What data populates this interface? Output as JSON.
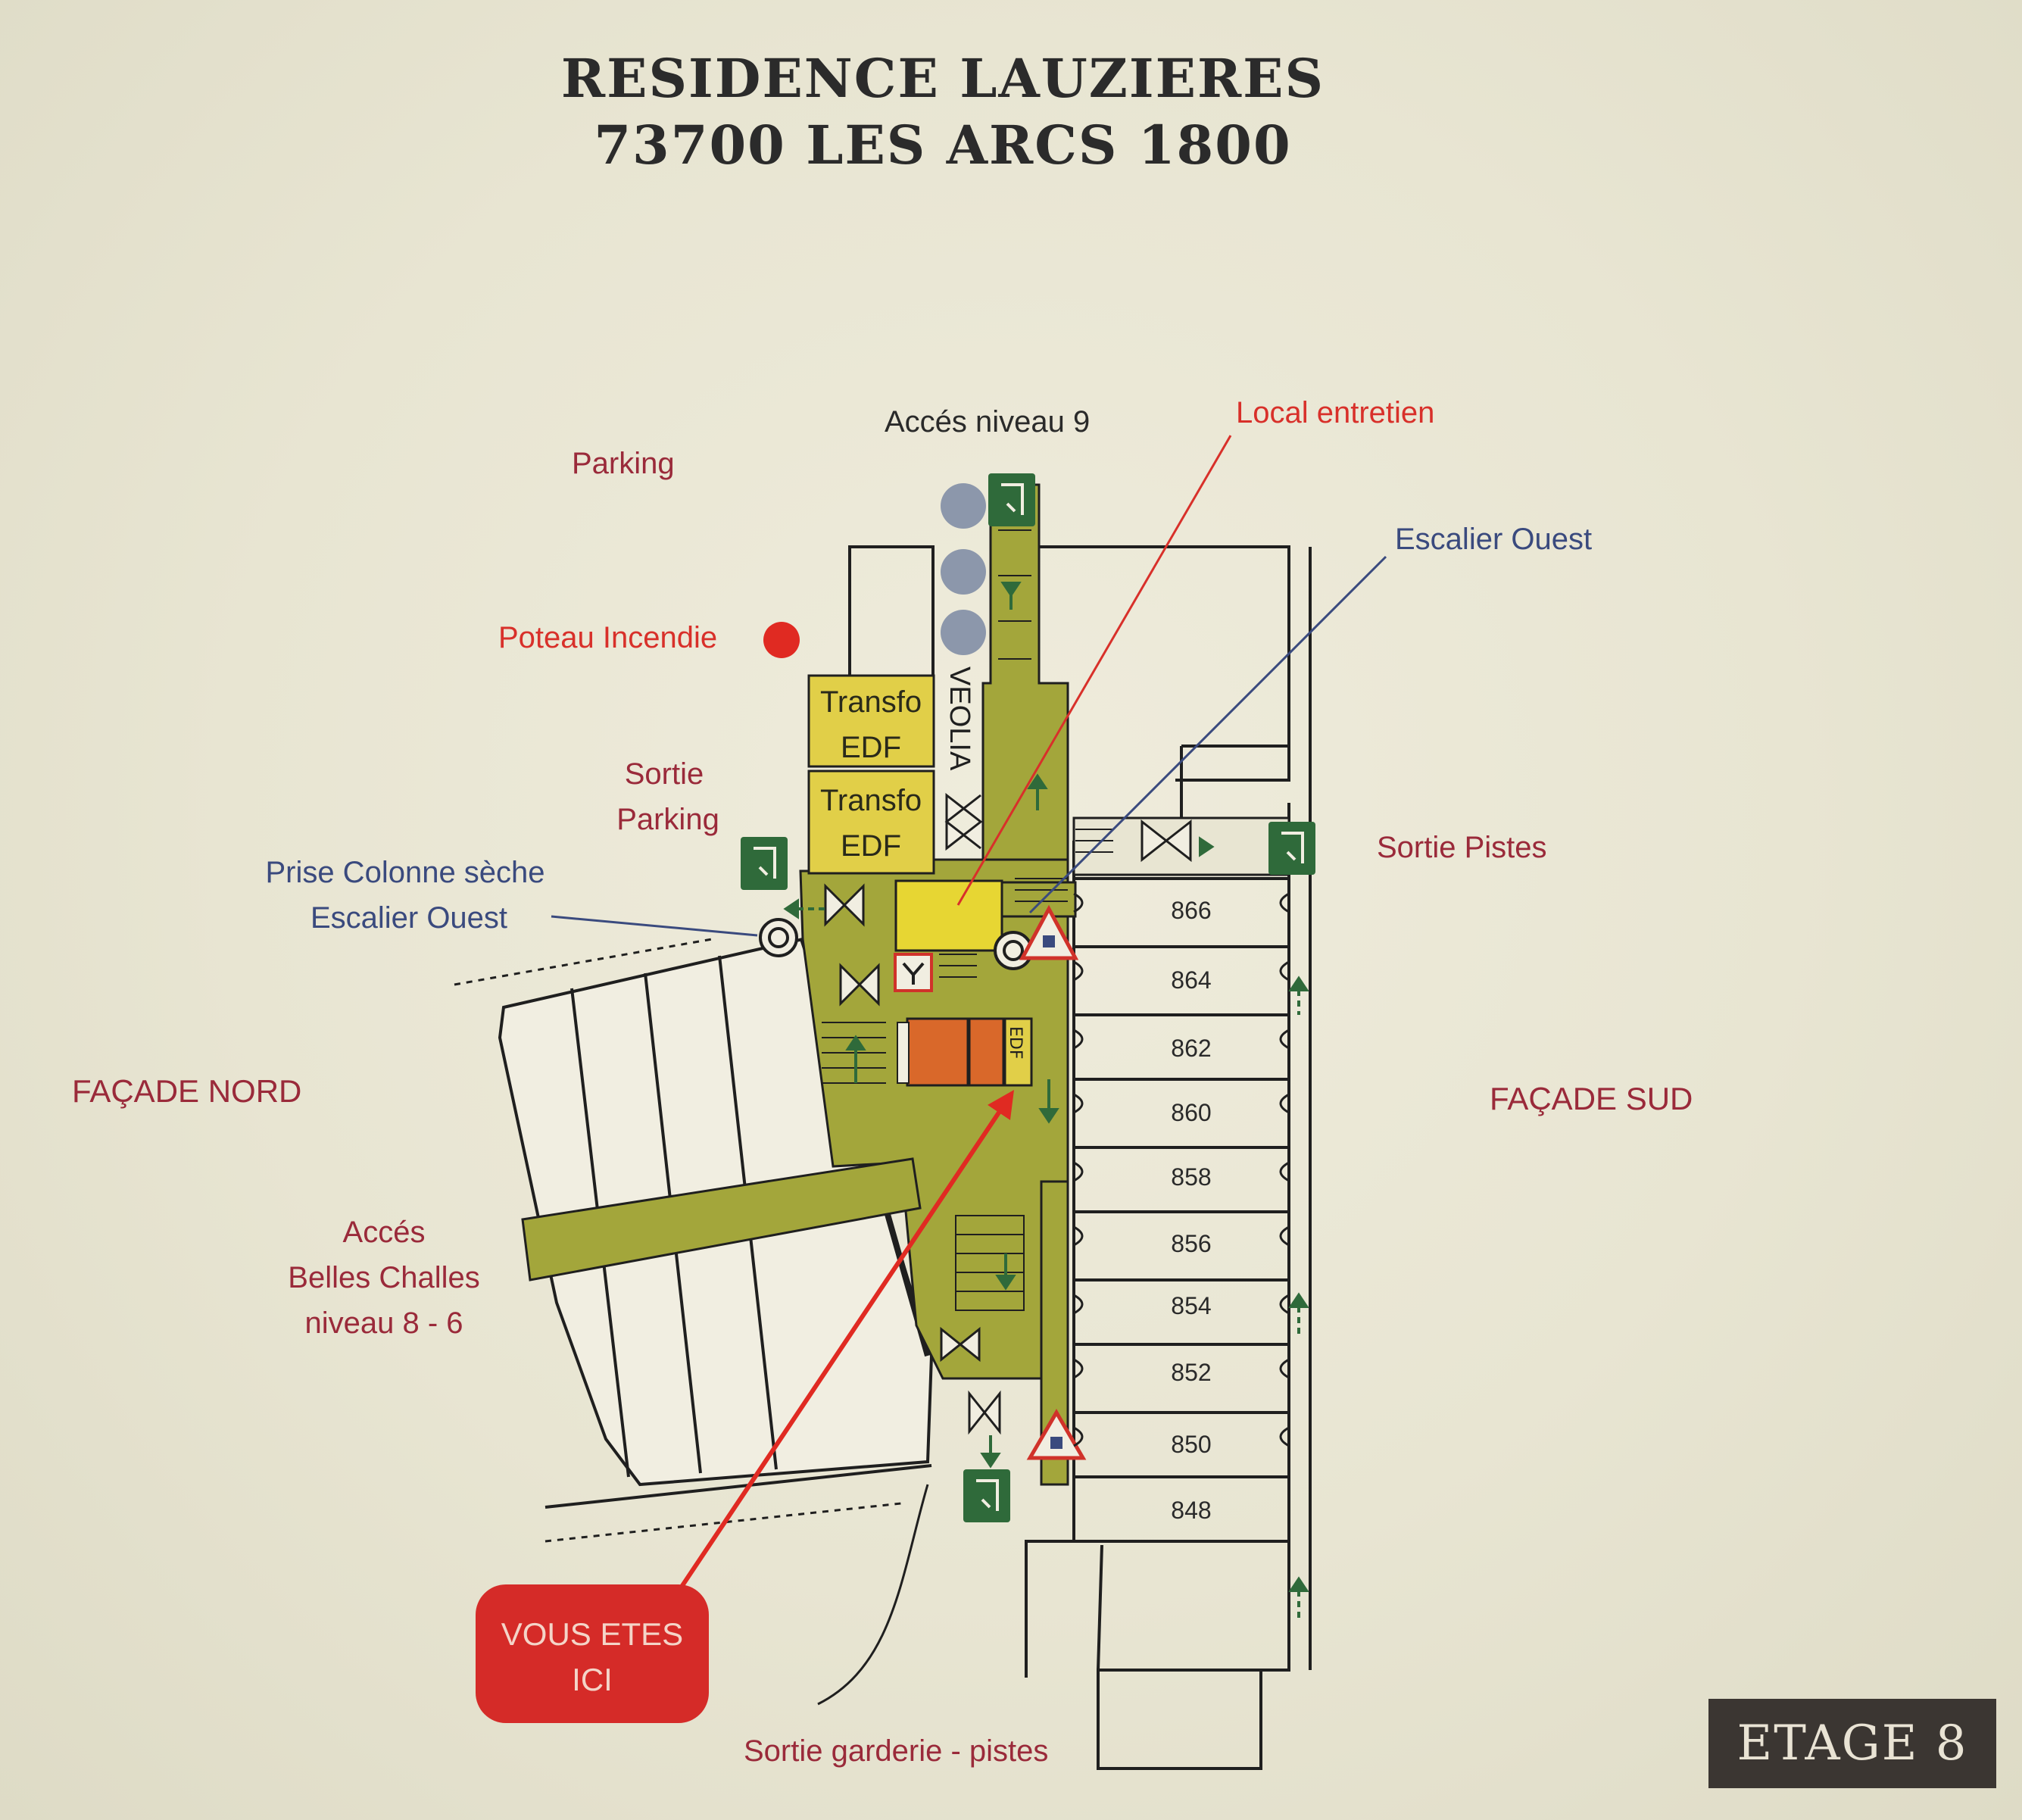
{
  "header": {
    "title_line1": "RESIDENCE LAUZIERES",
    "title_line2": "73700 LES ARCS 1800"
  },
  "labels": {
    "acces_niveau_9": "Accés niveau 9",
    "local_entretien": "Local entretien",
    "parking": "Parking",
    "escalier_ouest": "Escalier Ouest",
    "poteau_incendie": "Poteau Incendie",
    "sortie_parking_1": "Sortie",
    "sortie_parking_2": "Parking",
    "prise_colonne_1": "Prise Colonne sèche",
    "prise_colonne_2": "Escalier Ouest",
    "sortie_pistes": "Sortie Pistes",
    "facade_nord": "FAÇADE NORD",
    "facade_sud": "FAÇADE SUD",
    "acces_belles_1": "Accés",
    "acces_belles_2": "Belles Challes",
    "acces_belles_3": "niveau 8 - 6",
    "sortie_garderie": "Sortie garderie - pistes",
    "veolia": "VEOLIA",
    "edf": "EDF",
    "transfo1_1": "Transfo",
    "transfo1_2": "EDF",
    "transfo2_1": "Transfo",
    "transfo2_2": "EDF"
  },
  "rooms": [
    "866",
    "864",
    "862",
    "860",
    "858",
    "856",
    "854",
    "852",
    "850",
    "848"
  ],
  "you_are_here": {
    "line1": "VOUS ETES",
    "line2": "ICI"
  },
  "floor_badge": "ETAGE 8",
  "icons": [
    "emergency-exit-icon",
    "fire-hydrant-icon",
    "fire-door-icon",
    "stair-arrow-icon",
    "warning-triangle-icon",
    "dry-riser-icon",
    "you-are-here-arrow-icon"
  ],
  "colors": {
    "corridor": "#a3a63b",
    "transfo": "#e1cf48",
    "local_entretien": "#e7d633",
    "red_label": "#b42a2e",
    "blue_label": "#3a4a7e",
    "arrow_red": "#e02a22",
    "exit_green": "#2f6a3a",
    "edf_orange": "#d9682a"
  }
}
